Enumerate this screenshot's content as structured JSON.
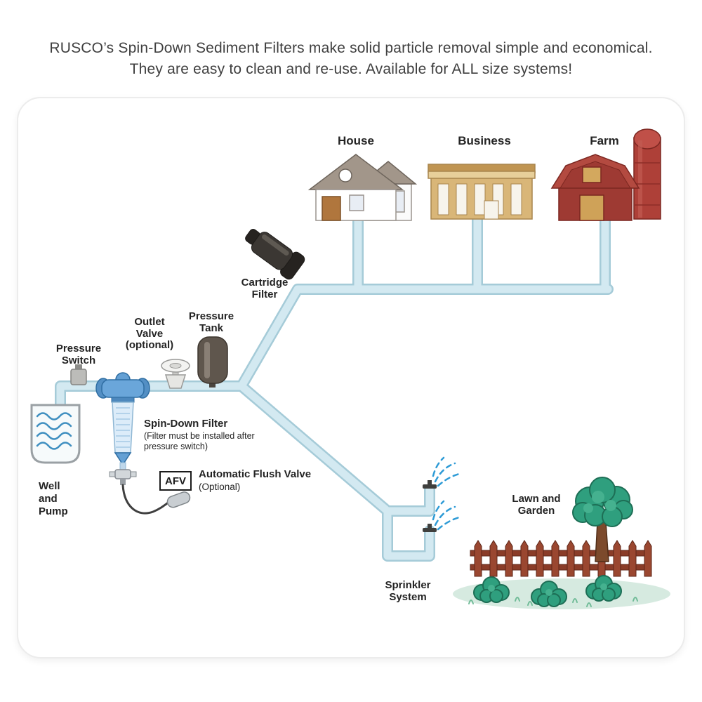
{
  "header": {
    "line1": "RUSCO’s Spin-Down Sediment Filters make solid particle removal simple and economical.",
    "line2": "They are easy to clean and re-use. Available for ALL size systems!"
  },
  "labels": {
    "house": "House",
    "business": "Business",
    "farm": "Farm",
    "cartridge_filter": "Cartridge\nFilter",
    "pressure_tank": "Pressure\nTank",
    "outlet_valve": "Outlet\nValve\n(optional)",
    "pressure_switch": "Pressure\nSwitch",
    "spin_down_filter": "Spin-Down Filter",
    "spin_down_filter_note": "(Filter must be installed after\npressure switch)",
    "afv_box": "AFV",
    "automatic_flush_valve": "Automatic Flush Valve",
    "automatic_flush_valve_note": "(Optional)",
    "well_and_pump": "Well\nand\nPump",
    "sprinkler_system": "Sprinkler\nSystem",
    "lawn_and_garden": "Lawn and\nGarden"
  },
  "colors": {
    "pipe_fill": "#d3e9f1",
    "pipe_edge": "#a5cbd8",
    "filter_blue": "#6aa6da",
    "barn_red": "#9e3a33",
    "business_tan": "#d9b678",
    "roof_gray": "#a2968a",
    "foliage_green": "#2f9f7e",
    "fence_brown": "#8a3c28",
    "water_blue": "#3f8fc0",
    "text_dark": "#232323"
  }
}
